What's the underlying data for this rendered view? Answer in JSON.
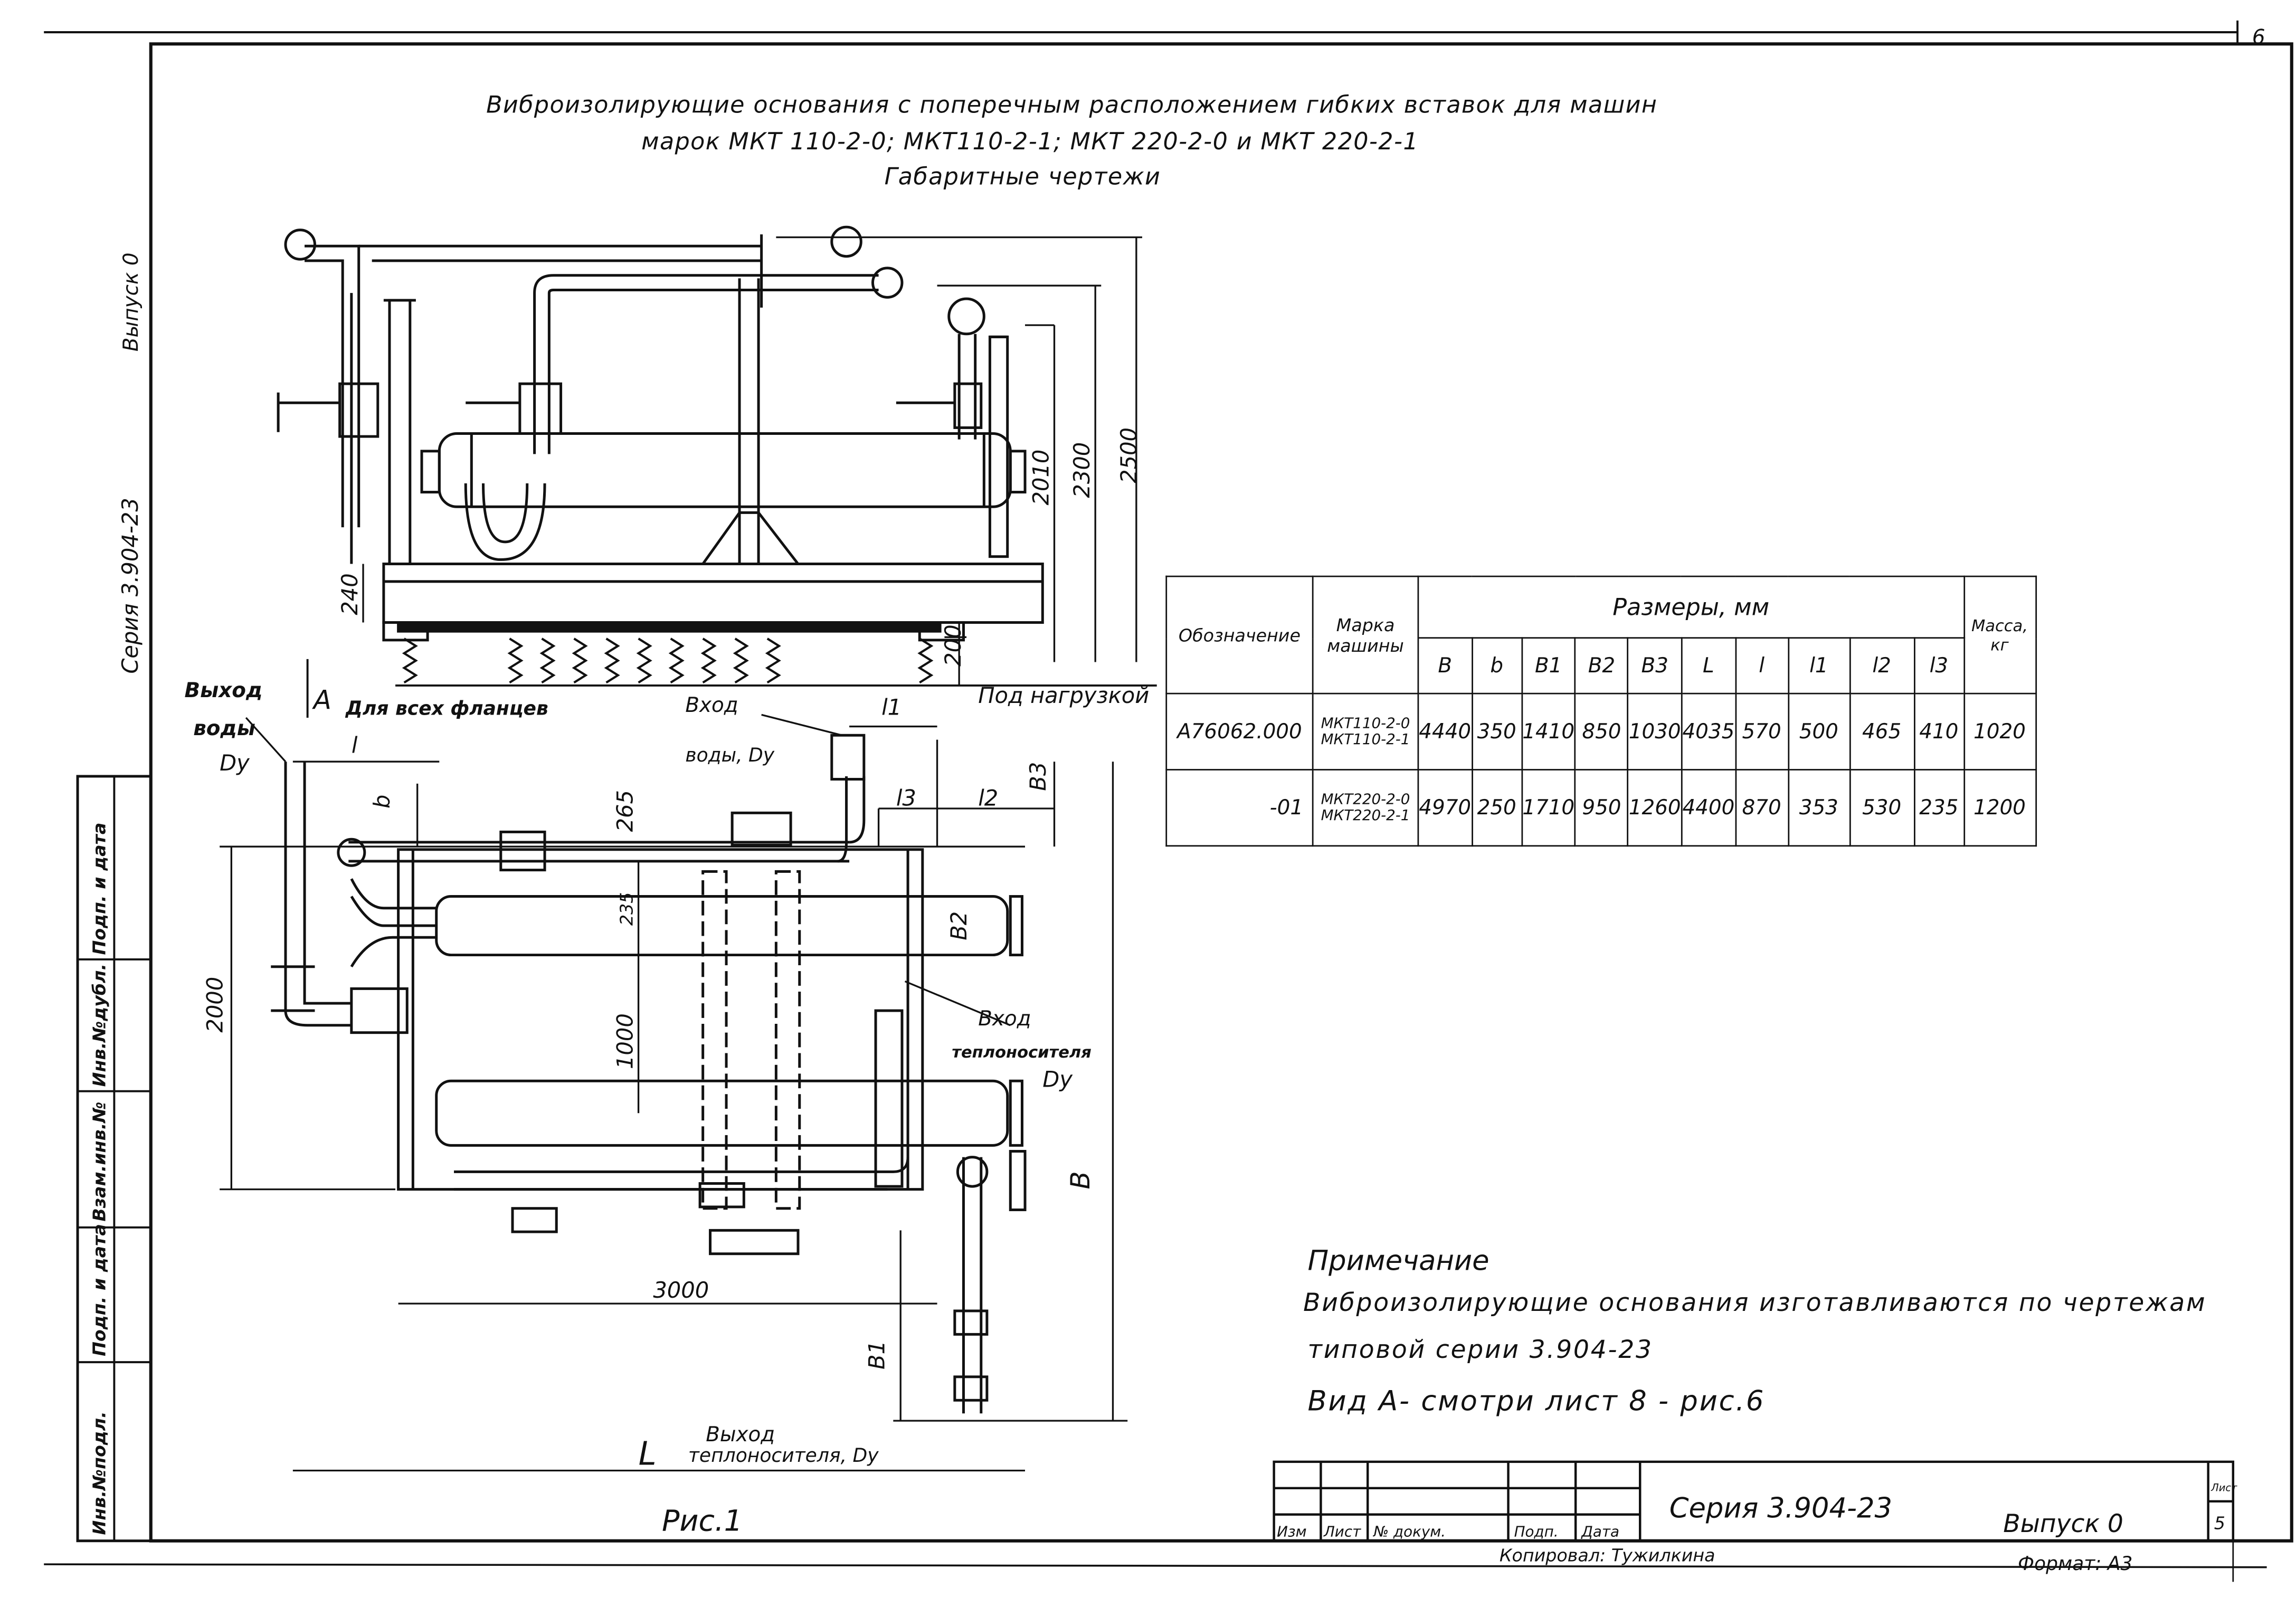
{
  "page_corner": "6",
  "title": {
    "line1": "Виброизолирующие основания с поперечным расположением гибких вставок для машин",
    "line2": "марок МКТ 110-2-0; МКТ110-2-1; МКТ 220-2-0 и МКТ 220-2-1",
    "line3": "Габаритные чертежи"
  },
  "left_strip": {
    "vypusk": "Выпуск 0",
    "seriya": "Серия 3.904-23",
    "stamp_cells": [
      "Инв.№подл.",
      "Подп. и дата",
      "Взам.инв.№",
      "Инв.№дубл.",
      "Подп. и дата"
    ]
  },
  "front_view": {
    "dims": [
      "2010",
      "2300",
      "2500",
      "240",
      "200"
    ],
    "under_load": "Под нагрузкой"
  },
  "plan_view": {
    "labels": {
      "water_out": "Выход",
      "water_out2": "воды",
      "dy": "Dy",
      "arrow_a": "A",
      "all_flanges": "Для всех фланцев",
      "water_in": "Вход",
      "water_in2": "воды, Dy",
      "heat_in": "Вход",
      "heat_in2": "теплоносителя",
      "heat_in_dy": "Dy",
      "heat_out": "Выход",
      "heat_out2": "теплоносителя, Dy"
    },
    "dims": {
      "l": "l",
      "b": "b",
      "d265": "265",
      "d235": "235",
      "l1": "l1",
      "l2": "l2",
      "l3": "l3",
      "b3": "B3",
      "b2": "B2",
      "d2000": "2000",
      "d1000": "1000",
      "d3000": "3000",
      "B": "B",
      "B1": "B1",
      "L": "L"
    },
    "caption": "Рис.1"
  },
  "table": {
    "header": {
      "designation": "Обозначение",
      "brand": "Марка машины",
      "sizes": "Размеры, мм",
      "mass": "Масса, кг"
    },
    "cols": [
      "В",
      "b",
      "B1",
      "B2",
      "B3",
      "L",
      "l",
      "l1",
      "l2",
      "l3"
    ],
    "rows": [
      {
        "designation": "А76062.000",
        "brand1": "МКТ110-2-0",
        "brand2": "МКТ110-2-1",
        "values": [
          "4440",
          "350",
          "1410",
          "850",
          "1030",
          "4035",
          "570",
          "500",
          "465",
          "410",
          "1020"
        ]
      },
      {
        "designation": "-01",
        "brand1": "МКТ220-2-0",
        "brand2": "МКТ220-2-1",
        "values": [
          "4970",
          "250",
          "1710",
          "950",
          "1260",
          "4400",
          "870",
          "353",
          "530",
          "235",
          "1200"
        ]
      }
    ]
  },
  "note": {
    "heading": "Примечание",
    "line1": "Виброизолирующие основания изготавливаются по чертежам",
    "line2": "типовой серии 3.904-23",
    "line3": "Вид А- смотри лист 8 - рис.6"
  },
  "title_block": {
    "headers": [
      "Изм",
      "Лист",
      "№ докум.",
      "Подп.",
      "Дата"
    ],
    "series": "Серия 3.904-23",
    "issue": "Выпуск 0",
    "list_label": "Лист",
    "list_no": "5",
    "copied": "Копировал: Тужилкина",
    "format": "Формат: А3"
  }
}
